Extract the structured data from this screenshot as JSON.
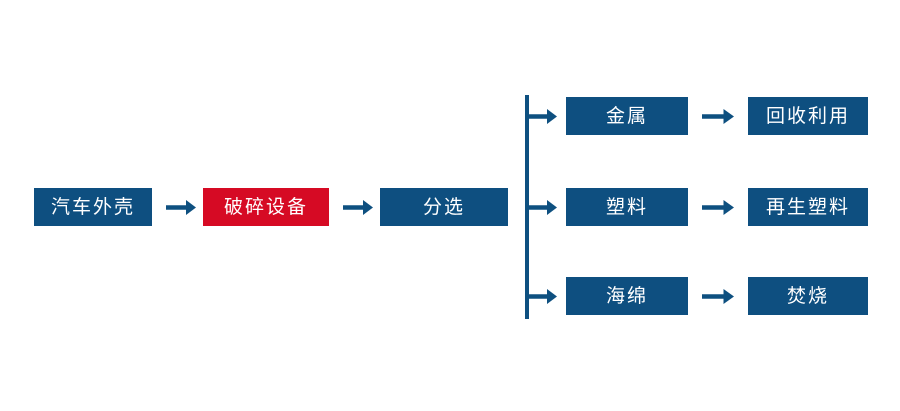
{
  "diagram": {
    "type": "process-flowchart",
    "orientation": "left-to-right",
    "background_color": "#ffffff",
    "colors": {
      "primary_blue": "#0e4f80",
      "highlight_red": "#d60a24",
      "arrow_blue": "#0e5080",
      "node_text": "#ffffff"
    }
  },
  "main_chain": {
    "nodes": [
      {
        "id": "car-shell",
        "label": "汽车外壳",
        "color": "blue"
      },
      {
        "id": "crushing-device",
        "label": "破碎设备",
        "color": "red"
      },
      {
        "id": "sorting",
        "label": "分选",
        "color": "blue"
      }
    ],
    "connectors": [
      {
        "id": "arrow-shell-to-crusher",
        "icon": "arrow-right-icon"
      },
      {
        "id": "arrow-crusher-to-sorting",
        "icon": "arrow-right-icon"
      }
    ]
  },
  "branch_spine": {
    "id": "sorting-split-spine",
    "icon": "vertical-split-line"
  },
  "branches": [
    {
      "id": "branch-metal",
      "split_arrow": {
        "id": "arrow-split-metal",
        "icon": "arrow-right-icon"
      },
      "material": {
        "id": "metal",
        "label": "金属",
        "color": "blue"
      },
      "arrow": {
        "id": "arrow-metal-to-recycle",
        "icon": "arrow-right-icon"
      },
      "outcome": {
        "id": "recycle",
        "label": "回收利用",
        "color": "blue"
      }
    },
    {
      "id": "branch-plastic",
      "split_arrow": {
        "id": "arrow-split-plastic",
        "icon": "arrow-right-icon"
      },
      "material": {
        "id": "plastic",
        "label": "塑料",
        "color": "blue"
      },
      "arrow": {
        "id": "arrow-plastic-to-regen",
        "icon": "arrow-right-icon"
      },
      "outcome": {
        "id": "regenerated-plastic",
        "label": "再生塑料",
        "color": "blue"
      }
    },
    {
      "id": "branch-sponge",
      "split_arrow": {
        "id": "arrow-split-sponge",
        "icon": "arrow-right-icon"
      },
      "material": {
        "id": "sponge",
        "label": "海绵",
        "color": "blue"
      },
      "arrow": {
        "id": "arrow-sponge-to-incinerate",
        "icon": "arrow-right-icon"
      },
      "outcome": {
        "id": "incineration",
        "label": "焚烧",
        "color": "blue"
      }
    }
  ]
}
